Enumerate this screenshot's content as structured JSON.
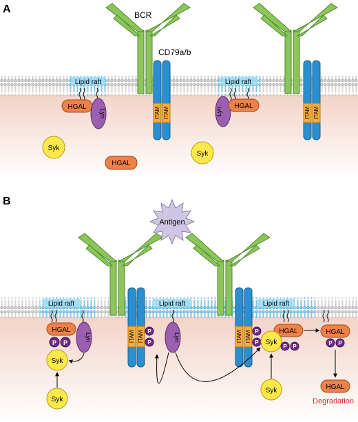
{
  "panel_a": {
    "label": "A",
    "bcr_label": "BCR",
    "cd79_label": "CD79a/b",
    "raft_label_1": "Lipid raft",
    "raft_label_2": "Lipid raft",
    "hgal_1": "HGAL",
    "lyn_1": "Lyn",
    "hgal_2": "HGAL",
    "lyn_2": "Lyn",
    "syk_1": "Syk",
    "hgal_free": "HGAL",
    "syk_2": "Syk",
    "itam_1": "ITAM",
    "itam_2": "ITAM",
    "itam_3": "ITAM",
    "itam_4": "ITAM"
  },
  "panel_b": {
    "label": "B",
    "antigen_label": "Antigen",
    "raft_label_1": "Lipid raft",
    "raft_label_2": "Lipid raft",
    "raft_label_3": "Lipid raft",
    "hgal_1": "HGAL",
    "lyn_1": "Lyn",
    "lyn_2": "Lyn",
    "syk_1": "Syk",
    "syk_2": "Syk",
    "syk_3": "Syk",
    "syk_4": "Syk",
    "hgal_2": "HGAL",
    "hgal_3": "HGAL",
    "hgal_4": "HGAL",
    "degradation_label": "Degradation",
    "phospho_label": "P",
    "itam_1": "ITAM",
    "itam_2": "ITAM",
    "itam_3": "ITAM",
    "itam_4": "ITAM"
  },
  "colors": {
    "bcr_green": "#8cc65a",
    "cd79_blue": "#2a8fd0",
    "itam_orange": "#f6ad3c",
    "hgal_orange": "#ee8147",
    "lyn_purple": "#9a5fae",
    "syk_yellow": "#ffe84a",
    "raft_blue": "#7ccff0",
    "phospho_purple": "#6e2d8a",
    "antigen_lavender": "#cfc6e3",
    "degradation_red": "#e3262a"
  }
}
